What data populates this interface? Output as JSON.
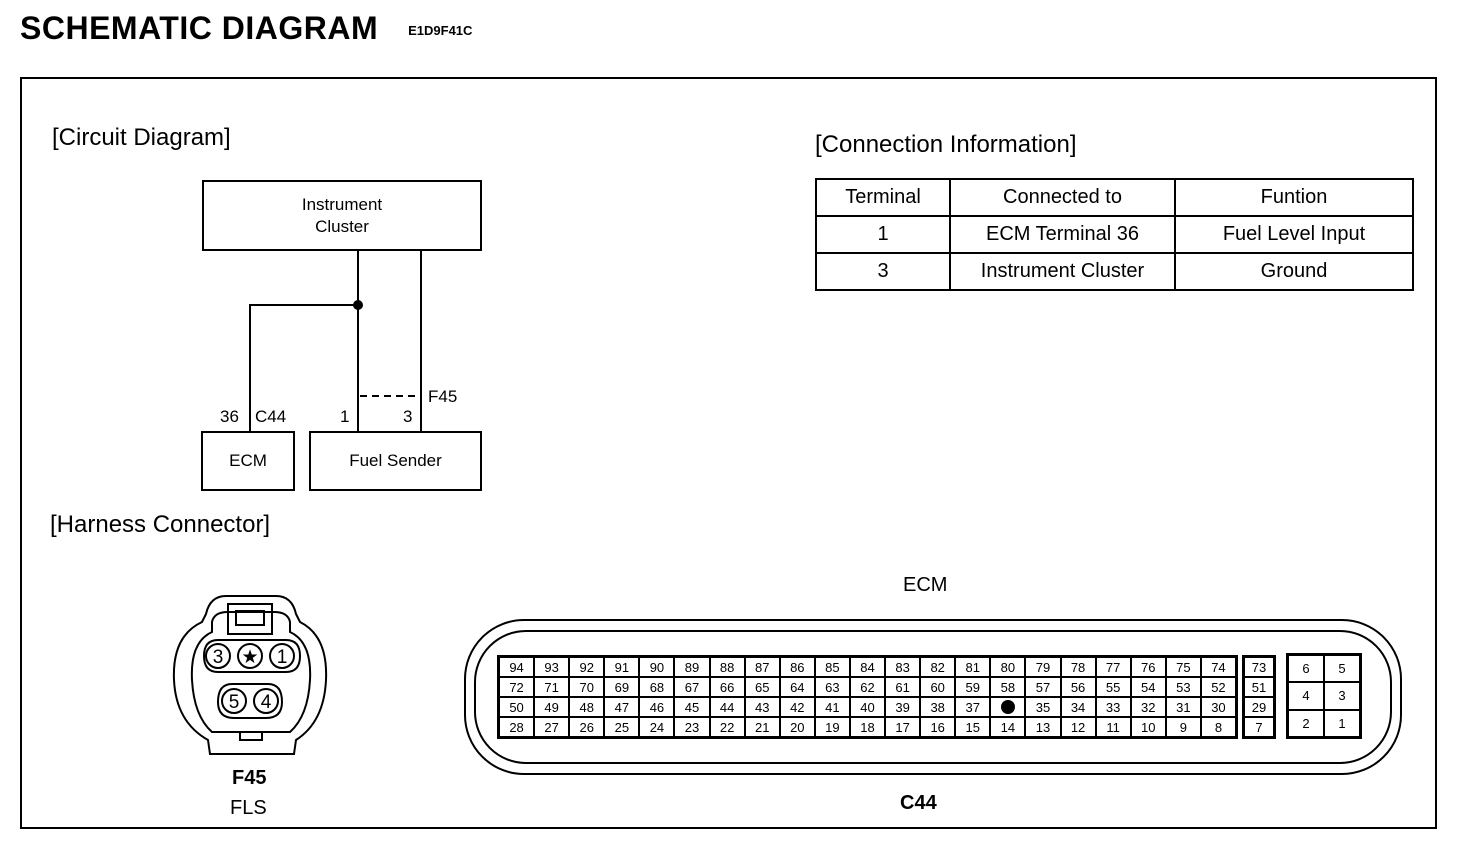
{
  "header": {
    "title": "SCHEMATIC DIAGRAM",
    "code": "E1D9F41C"
  },
  "circuit": {
    "section_title": "[Circuit Diagram]",
    "cluster_label_line1": "Instrument",
    "cluster_label_line2": "Cluster",
    "ecm_label": "ECM",
    "sender_label": "Fuel Sender",
    "pin_36": "36",
    "conn_c44": "C44",
    "pin_1": "1",
    "pin_3": "3",
    "conn_f45": "F45"
  },
  "connection_info": {
    "section_title": "[Connection Information]",
    "headers": [
      "Terminal",
      "Connected to",
      "Funtion"
    ],
    "rows": [
      [
        "1",
        "ECM Terminal 36",
        "Fuel Level Input"
      ],
      [
        "3",
        "Instrument Cluster",
        "Ground"
      ]
    ]
  },
  "harness": {
    "section_title": "[Harness Connector]",
    "f45": {
      "pins": [
        "3",
        "★",
        "1",
        "5",
        "4"
      ],
      "code": "F45",
      "name": "FLS"
    },
    "ecm": {
      "title": "ECM",
      "code": "C44",
      "main_rows": [
        [
          "94",
          "93",
          "92",
          "91",
          "90",
          "89",
          "88",
          "87",
          "86",
          "85",
          "84",
          "83",
          "82",
          "81",
          "80",
          "79",
          "78",
          "77",
          "76",
          "75",
          "74"
        ],
        [
          "72",
          "71",
          "70",
          "69",
          "68",
          "67",
          "66",
          "65",
          "64",
          "63",
          "62",
          "61",
          "60",
          "59",
          "58",
          "57",
          "56",
          "55",
          "54",
          "53",
          "52"
        ],
        [
          "50",
          "49",
          "48",
          "47",
          "46",
          "45",
          "44",
          "43",
          "42",
          "41",
          "40",
          "39",
          "38",
          "37",
          "●",
          "35",
          "34",
          "33",
          "32",
          "31",
          "30"
        ],
        [
          "28",
          "27",
          "26",
          "25",
          "24",
          "23",
          "22",
          "21",
          "20",
          "19",
          "18",
          "17",
          "16",
          "15",
          "14",
          "13",
          "12",
          "11",
          "10",
          "9",
          "8"
        ]
      ],
      "mid_column": [
        "73",
        "51",
        "29",
        "7"
      ],
      "right_block": [
        [
          "6",
          "5"
        ],
        [
          "4",
          "3"
        ],
        [
          "2",
          "1"
        ]
      ]
    }
  }
}
